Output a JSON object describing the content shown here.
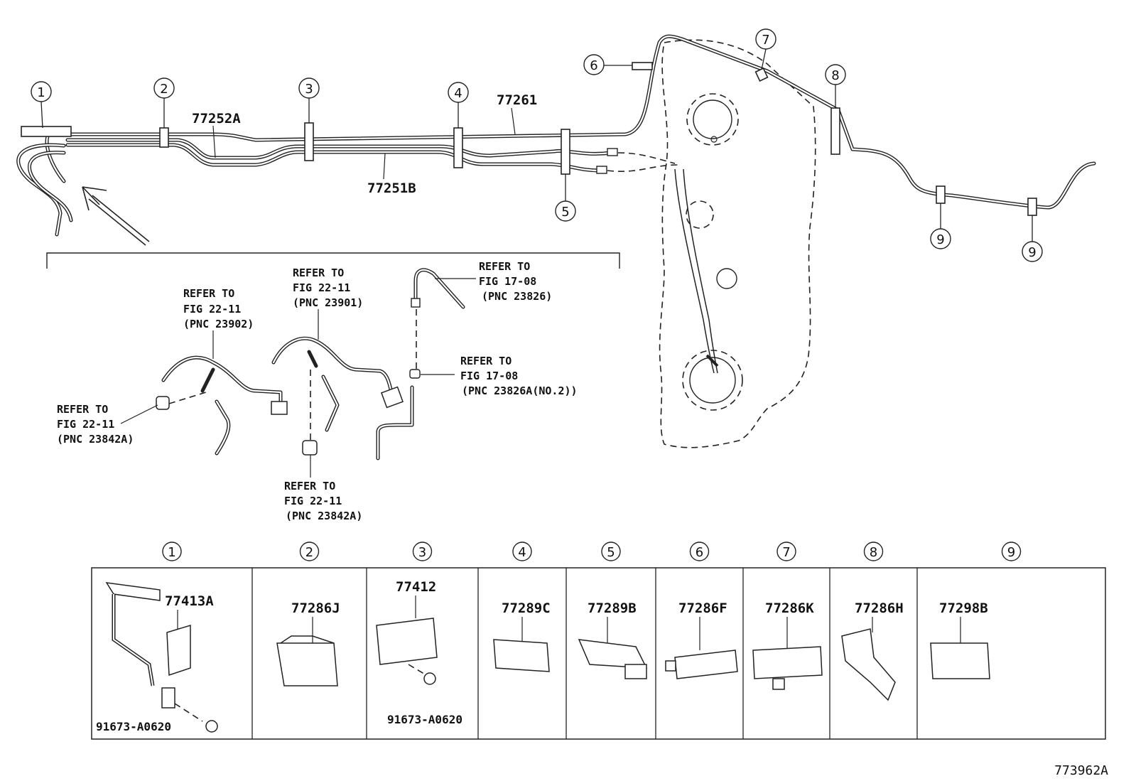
{
  "callouts": {
    "c1": "1",
    "c2": "2",
    "c3": "3",
    "c4": "4",
    "c5": "5",
    "c6": "6",
    "c7": "7",
    "c8": "8",
    "c9a": "9",
    "c9b": "9"
  },
  "parts": {
    "p77252A": "77252A",
    "p77261": "77261",
    "p77251B": "77251B"
  },
  "refs": {
    "r23902": [
      "REFER TO",
      "FIG 22-11",
      "(PNC 23902)"
    ],
    "r23901": [
      "REFER TO",
      "FIG 22-11",
      "(PNC 23901)"
    ],
    "r23826": [
      "REFER TO",
      "FIG 17-08",
      "(PNC 23826)"
    ],
    "r23826a": [
      "REFER TO",
      "FIG 17-08",
      "(PNC 23826A(NO.2))"
    ],
    "r23842a_left": [
      "REFER TO",
      "FIG 22-11",
      "(PNC 23842A)"
    ],
    "r23842a_bottom": [
      "REFER TO",
      "FIG 22-11",
      "(PNC 23842A)"
    ]
  },
  "table": {
    "headers": [
      "1",
      "2",
      "3",
      "4",
      "5",
      "6",
      "7",
      "8",
      "9"
    ],
    "cells": [
      {
        "part": "77413A",
        "sub": "91673-A0620"
      },
      {
        "part": "77286J",
        "sub": ""
      },
      {
        "part": "77412",
        "sub": "91673-A0620"
      },
      {
        "part": "77289C",
        "sub": ""
      },
      {
        "part": "77289B",
        "sub": ""
      },
      {
        "part": "77286F",
        "sub": ""
      },
      {
        "part": "77286K",
        "sub": ""
      },
      {
        "part": "77286H",
        "sub": ""
      },
      {
        "part": "77298B",
        "sub": ""
      }
    ]
  },
  "figure_id": "773962A"
}
